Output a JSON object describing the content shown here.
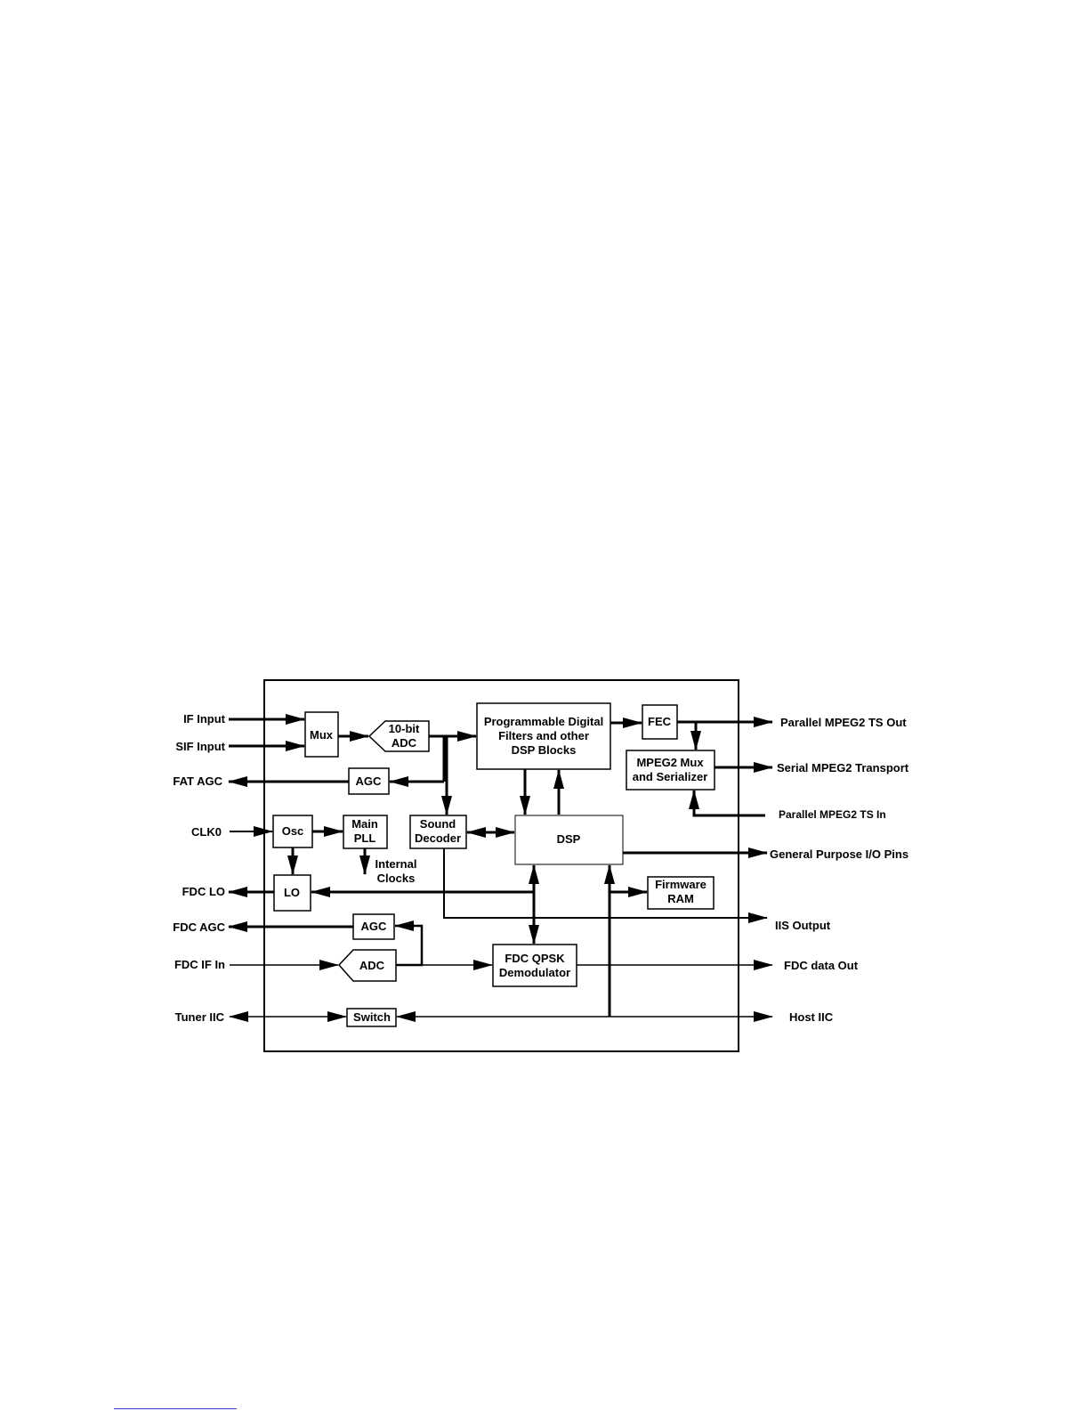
{
  "colors": {
    "line": "#000000",
    "background": "#ffffff",
    "footer_rule": "#3a3ad0"
  },
  "external_signals": {
    "if_input": "IF Input",
    "sif_input": "SIF Input",
    "fat_agc": "FAT AGC",
    "clk0": "CLK0",
    "fdc_lo": "FDC LO",
    "fdc_agc": "FDC AGC",
    "fdc_if_in": "FDC IF In",
    "tuner_iic": "Tuner IIC",
    "parallel_ts_out": "Parallel MPEG2 TS Out",
    "serial_transport": "Serial MPEG2 Transport",
    "parallel_ts_in": "Parallel MPEG2 TS In",
    "gpio": "General Purpose I/O Pins",
    "iis_output": "IIS Output",
    "fdc_data_out": "FDC data Out",
    "host_iic": "Host IIC"
  },
  "blocks": {
    "mux": "Mux",
    "adc10": [
      "10-bit",
      "ADC"
    ],
    "filters": [
      "Programmable Digital",
      "Filters and other",
      "DSP Blocks"
    ],
    "fec": "FEC",
    "mpeg_mux": [
      "MPEG2 Mux",
      "and Serializer"
    ],
    "agc_fat": "AGC",
    "osc": "Osc",
    "pll": [
      "Main",
      "PLL"
    ],
    "internal_clocks": [
      "Internal",
      "Clocks"
    ],
    "sound": [
      "Sound",
      "Decoder"
    ],
    "dsp": "DSP",
    "lo": "LO",
    "firmware": [
      "Firmware",
      "RAM"
    ],
    "agc_fdc": "AGC",
    "adc_fdc": "ADC",
    "qpsk": [
      "FDC QPSK",
      "Demodulator"
    ],
    "switch": "Switch"
  }
}
